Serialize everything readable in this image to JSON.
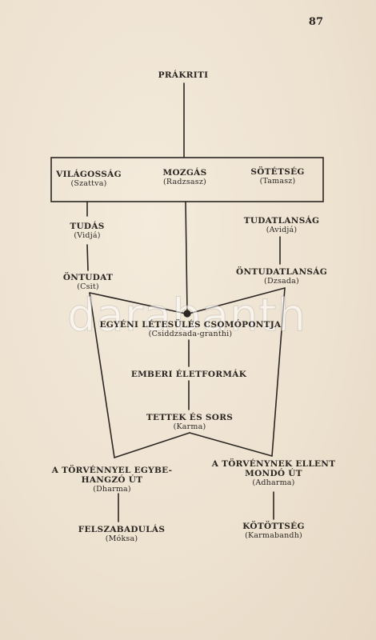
{
  "page_number": "87",
  "watermark": "darabanth",
  "nodes": {
    "prakriti": {
      "title": "PRÁKRITI"
    },
    "vilagossag": {
      "title": "VILÁGOSSÁG",
      "sub": "(Szattva)"
    },
    "mozgas": {
      "title": "MOZGÁS",
      "sub": "(Radzsasz)"
    },
    "sotetseg": {
      "title": "SÖTÉTSÉG",
      "sub": "(Tamasz)"
    },
    "tudas": {
      "title": "TUDÁS",
      "sub": "(Vidjá)"
    },
    "tudatlansag": {
      "title": "TUDATLANSÁG",
      "sub": "(Avidjá)"
    },
    "ontudat": {
      "title": "ÖNTUDAT",
      "sub": "(Csit)"
    },
    "ontudatlansag": {
      "title": "ÖNTUDATLANSÁG",
      "sub": "(Dzsada)"
    },
    "egyeni": {
      "title": "EGYÉNI LÉTESÜLÉS CSOMÓPONTJA",
      "sub": "(Csiddzsada-granthi)"
    },
    "emberi": {
      "title": "EMBERI ÉLETFORMÁK"
    },
    "tettek": {
      "title": "TETTEK ÉS SORS",
      "sub": "(Karma)"
    },
    "dharma": {
      "line1": "A TÖRVÉNNYEL EGYBE-",
      "line2": "HANGZÓ ÚT",
      "sub": "(Dharma)"
    },
    "adharma": {
      "line1": "A TÖRVÉNYNEK ELLENT",
      "line2": "MONDÓ ÚT",
      "sub": "(Adharma)"
    },
    "felszabadulas": {
      "title": "FELSZABADULÁS",
      "sub": "(Móksa)"
    },
    "kotottseg": {
      "title": "KÖTÖTTSÉG",
      "sub": "(Karmabandh)"
    }
  }
}
